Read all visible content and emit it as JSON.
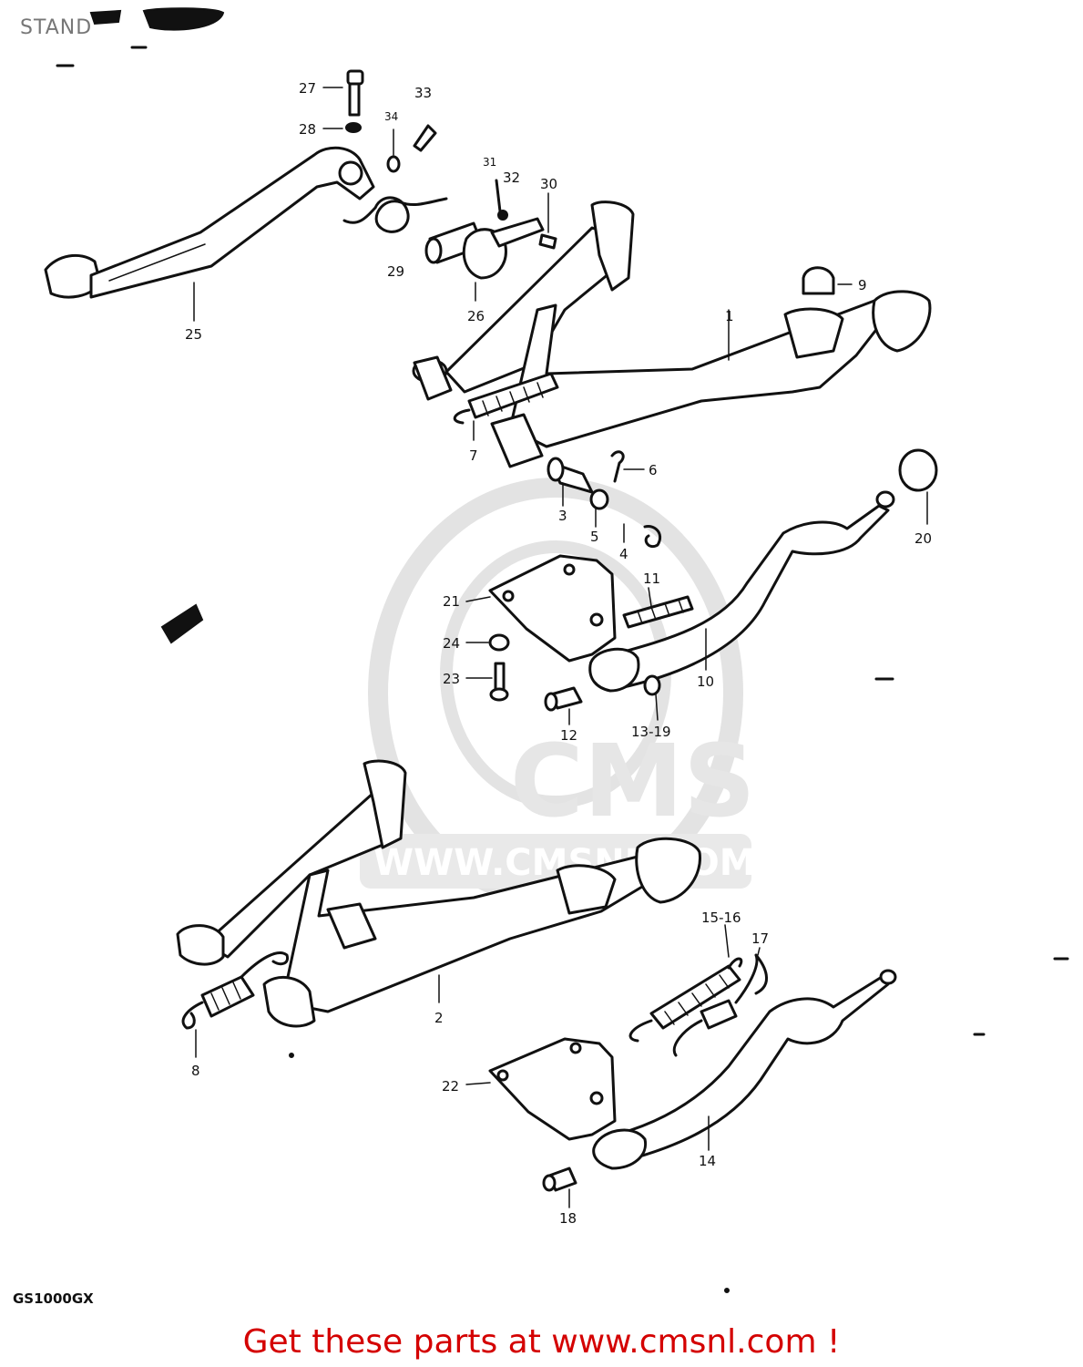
{
  "header": {
    "title": "STAND"
  },
  "footer": {
    "model_code": "GS1000GX",
    "call_to_action": "Get these parts at www.cmsnl.com !"
  },
  "watermark": {
    "brand": "CMS",
    "url": "WWW.CMSNL.COM"
  },
  "callouts": [
    "27",
    "28",
    "33",
    "34",
    "31",
    "32",
    "30",
    "29",
    "26",
    "25",
    "9",
    "1",
    "7",
    "6",
    "3",
    "5",
    "4",
    "20",
    "21",
    "11",
    "24",
    "23",
    "10",
    "12",
    "13-19",
    "15-16",
    "17",
    "2",
    "8",
    "22",
    "14",
    "18"
  ],
  "colors": {
    "cta": "#d40000",
    "line_art": "#111111",
    "watermark": "#e3e3e3"
  }
}
